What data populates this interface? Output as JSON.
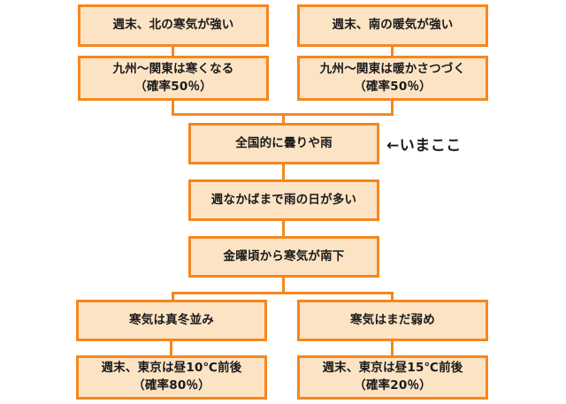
{
  "diagram": {
    "title": "",
    "colors": {
      "node_fill": "#fce3c4",
      "node_border": "#f5871f",
      "connector": "#f5871f",
      "text": "#1a1a1a",
      "background": "#ffffff"
    },
    "nodes": {
      "cold_north": "週末、北の寒気が強い",
      "warm_south": "週末、南の暖気が強い",
      "kyushu_cold": "九州～関東は寒くなる\n（確率50％）",
      "kyushu_warm": "九州～関東は暖かさつづく\n（確率50％）",
      "cloudy_rain": "全国的に曇りや雨",
      "midweek_rain": "週なかばまで雨の日が多い",
      "friday_cold": "金曜頃から寒気が南下",
      "midwinter_cold": "寒気は真冬並み",
      "still_weak": "寒気はまだ弱め",
      "tokyo_10": "週末、東京は昼10℃前後\n（確率80％）",
      "tokyo_15": "週末、東京は昼15℃前後\n（確率20％）"
    },
    "annotations": {
      "now_here": "←いまここ"
    }
  }
}
